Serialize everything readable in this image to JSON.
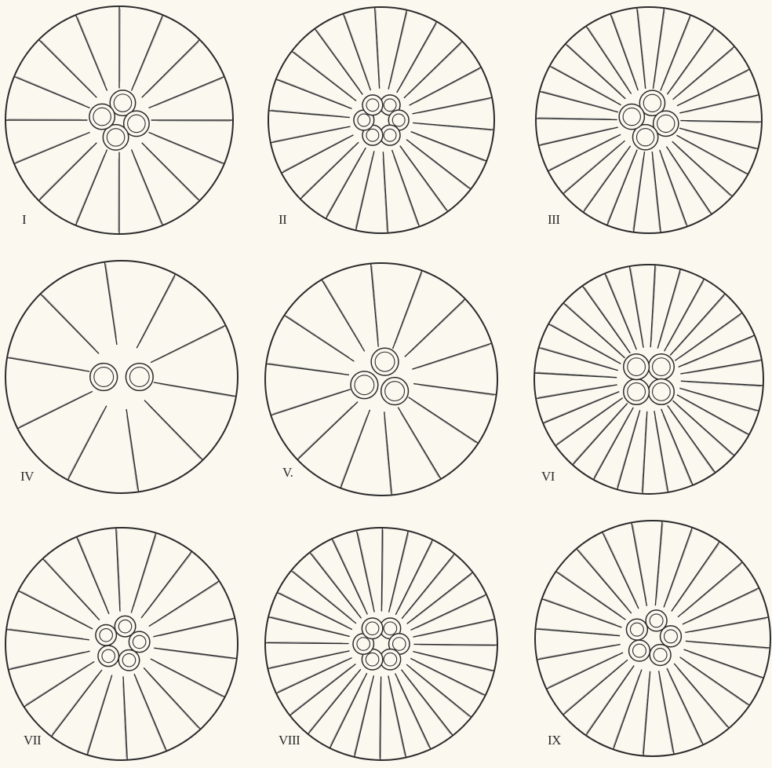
{
  "plate": {
    "figures": [
      {
        "id": "fig-1",
        "label": "I",
        "segments": 16,
        "lobes": 4,
        "lobe_style": "quad"
      },
      {
        "id": "fig-2",
        "label": "II",
        "segments": 22,
        "lobes": 6,
        "lobe_style": "ring"
      },
      {
        "id": "fig-3",
        "label": "III",
        "segments": 26,
        "lobes": 4,
        "lobe_style": "cross"
      },
      {
        "id": "fig-4",
        "label": "IV",
        "segments": 10,
        "lobes": 2,
        "lobe_style": "pair"
      },
      {
        "id": "fig-5",
        "label": "V.",
        "segments": 14,
        "lobes": 3,
        "lobe_style": "tri"
      },
      {
        "id": "fig-6",
        "label": "VI",
        "segments": 28,
        "lobes": 4,
        "lobe_style": "cross"
      },
      {
        "id": "fig-7",
        "label": "VII",
        "segments": 18,
        "lobes": 5,
        "lobe_style": "ring"
      },
      {
        "id": "fig-8",
        "label": "VIII",
        "segments": 28,
        "lobes": 6,
        "lobe_style": "ring"
      },
      {
        "id": "fig-9",
        "label": "IX",
        "segments": 24,
        "lobes": 5,
        "lobe_style": "ring"
      }
    ],
    "ink_color": "#2b2b2b",
    "paper_color": "#fbf8f0"
  }
}
